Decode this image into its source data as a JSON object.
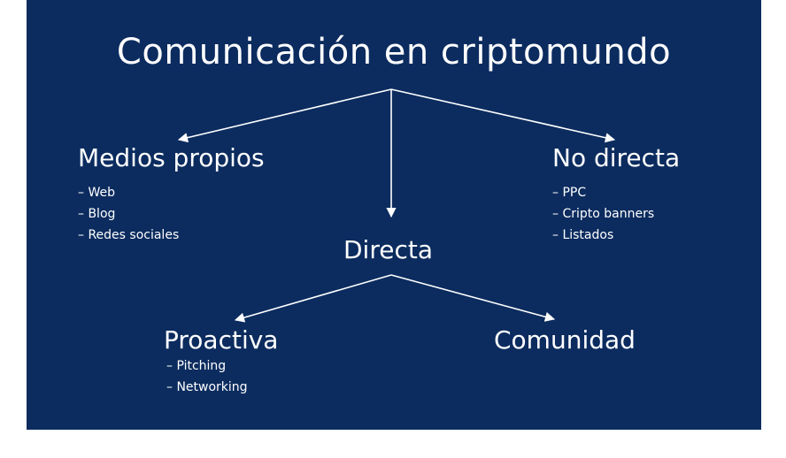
{
  "slide": {
    "background_color": "#0c2c5f",
    "title": "Comunicación en criptomundo"
  },
  "nodes": {
    "medios_propios": {
      "label": "Medios propios",
      "items": [
        "Web",
        "Blog",
        "Redes sociales"
      ]
    },
    "no_directa": {
      "label": "No directa",
      "items": [
        "PPC",
        "Cripto banners",
        "Listados"
      ]
    },
    "directa": {
      "label": "Directa"
    },
    "proactiva": {
      "label": "Proactiva",
      "items": [
        "Pitching",
        "Networking"
      ]
    },
    "comunidad": {
      "label": "Comunidad"
    }
  },
  "edges": [
    {
      "from": "Comunicación en criptomundo",
      "to": "Medios propios"
    },
    {
      "from": "Comunicación en criptomundo",
      "to": "Directa"
    },
    {
      "from": "Comunicación en criptomundo",
      "to": "No directa"
    },
    {
      "from": "Directa",
      "to": "Proactiva"
    },
    {
      "from": "Directa",
      "to": "Comunidad"
    }
  ]
}
